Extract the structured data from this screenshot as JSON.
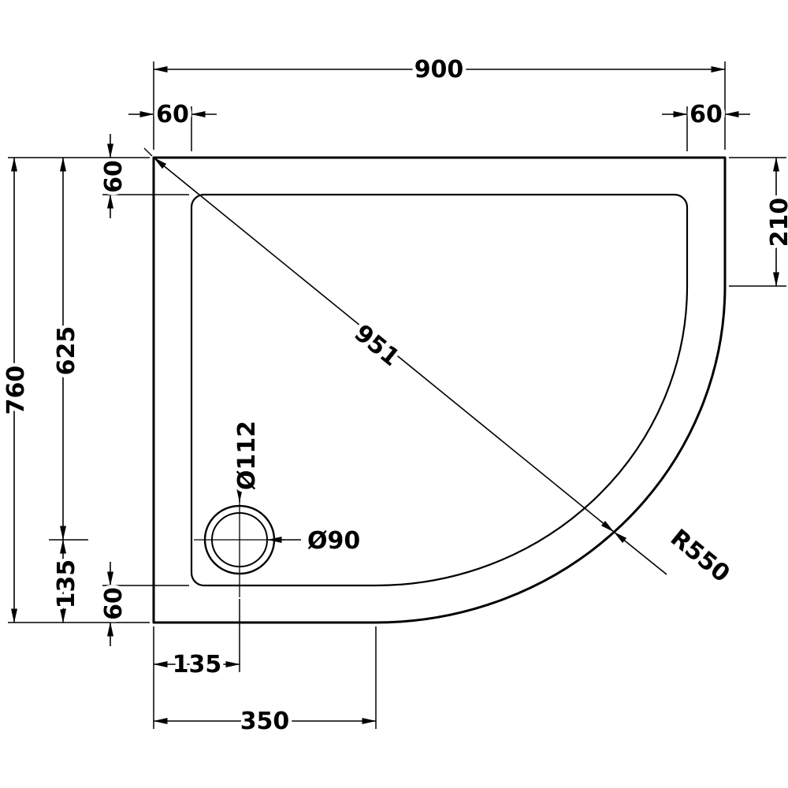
{
  "drawing": {
    "subject": "offset-quadrant-shower-tray-plan-view",
    "units": "mm",
    "line_color": "#000000",
    "background_color": "#ffffff",
    "dims": {
      "overall_width": "900",
      "overall_depth": "760",
      "rim_top_left": "60",
      "rim_top_right": "60",
      "rim_left_top": "60",
      "rim_left_bottom": "60",
      "right_edge_to_curve": "210",
      "top_to_waste_centre": "625",
      "waste_centre_to_bottom": "135",
      "diagonal": "951",
      "curve_radius": "R550",
      "waste_outer_diameter": "Ø112",
      "waste_inner_diameter": "Ø90",
      "left_to_waste_centre": "135",
      "bottom_straight_edge": "350"
    }
  }
}
